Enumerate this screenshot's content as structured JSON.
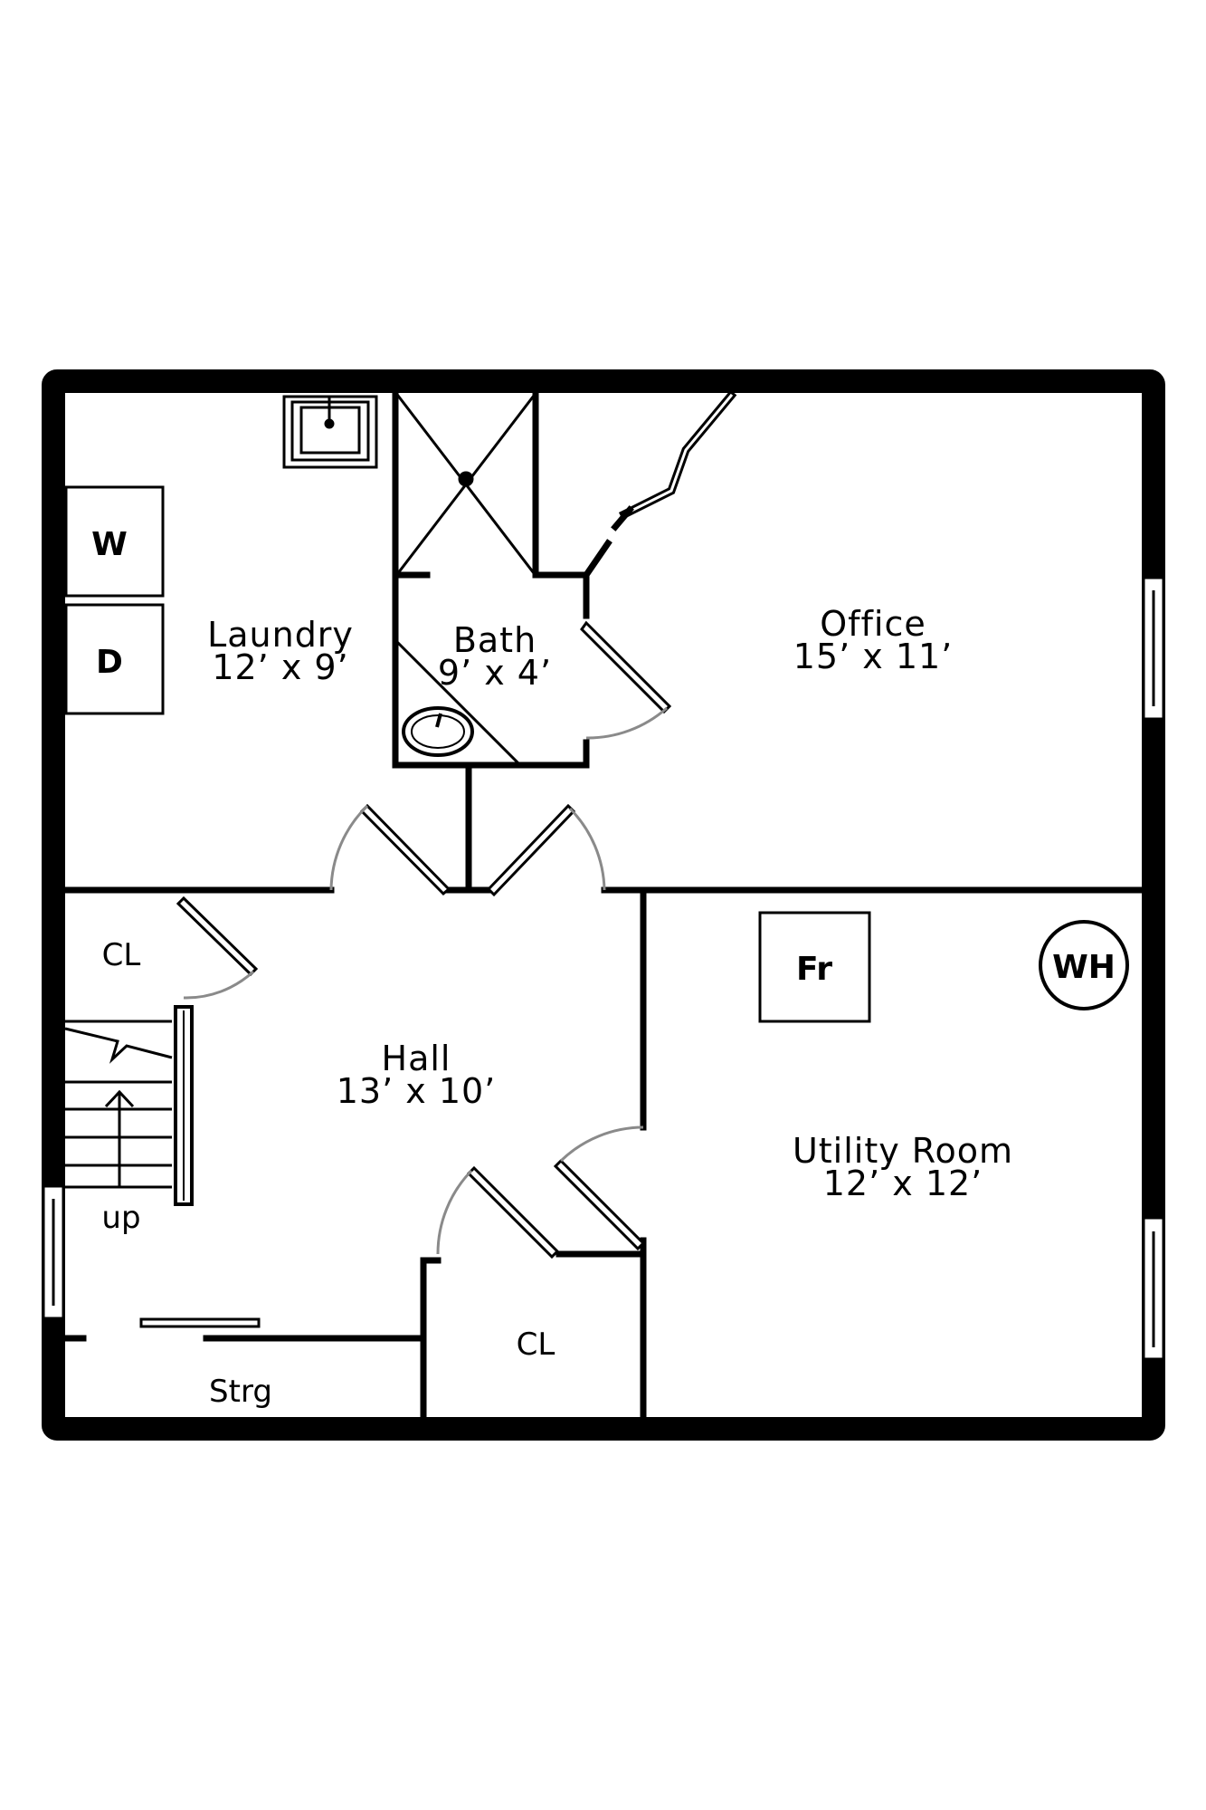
{
  "rooms": {
    "laundry": {
      "name": "Laundry",
      "size": "12’ x 9’"
    },
    "bath": {
      "name": "Bath",
      "size": "9’ x 4’"
    },
    "office": {
      "name": "Office",
      "size": "15’ x 11’"
    },
    "hall": {
      "name": "Hall",
      "size": "13’ x 10’"
    },
    "utility": {
      "name": "Utility Room",
      "size": "12’ x 12’"
    },
    "closet_left": {
      "name": "CL"
    },
    "closet_bottom": {
      "name": "CL"
    },
    "storage": {
      "name": "Strg"
    }
  },
  "fixtures": {
    "washer": "W",
    "dryer": "D",
    "furnace": "Fr",
    "water_heater": "WH",
    "stairs": "up"
  },
  "colors": {
    "wall": "#000000",
    "door_swing": "#8a8a8a",
    "background": "#ffffff"
  }
}
